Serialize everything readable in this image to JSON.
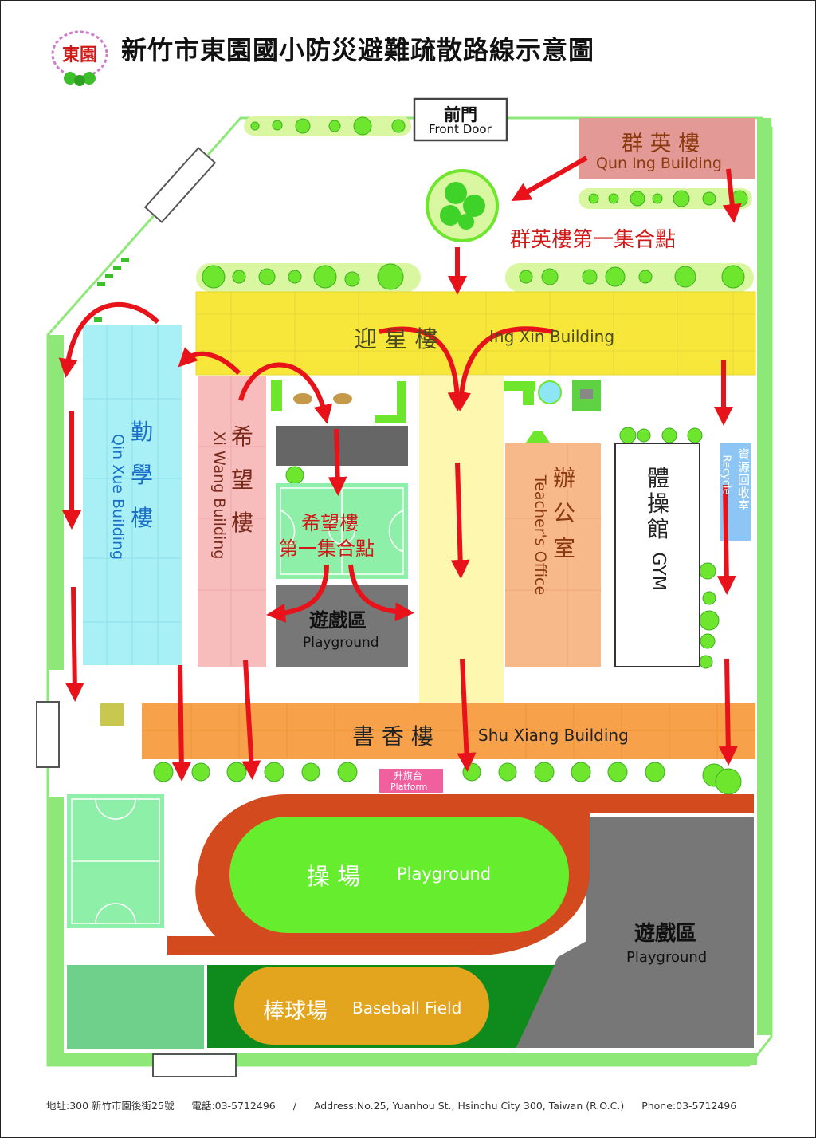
{
  "title": "新竹市東園國小防災避難疏散路線示意圖",
  "logo": {
    "text": "東園",
    "icon": "school-logo-icon"
  },
  "gate": {
    "zh": "前門",
    "en": "Front Door"
  },
  "buildings": {
    "qun_ing": {
      "zh": "群 英 樓",
      "en": "Qun Ing Building"
    },
    "ying_xin": {
      "zh": "迎  星  樓",
      "en": "Ing Xin Building"
    },
    "qin_xue": {
      "zh1": "勤",
      "zh2": "學",
      "zh3": "樓",
      "en": "Qin Xue Building"
    },
    "xi_wang": {
      "zh1": "希",
      "zh2": "望",
      "zh3": "樓",
      "en": "Xi Wang Building"
    },
    "office": {
      "zh1": "辦",
      "zh2": "公",
      "zh3": "室",
      "en": "Teacher's Office"
    },
    "gym": {
      "zh1": "體",
      "zh2": "操",
      "zh3": "館",
      "en": "GYM"
    },
    "recycle": {
      "zh": "資源回收室",
      "en": "Recycle"
    },
    "shu_xiang": {
      "zh": "書  香  樓",
      "en": "Shu Xiang Building"
    }
  },
  "assembly_points": {
    "qun_ing": "群英樓第一集合點",
    "xi_wang_line1": "希望樓",
    "xi_wang_line2": "第一集合點"
  },
  "areas": {
    "playground_small": {
      "zh": "遊戲區",
      "en": "Playground"
    },
    "platform": {
      "zh": "升旗台",
      "en": "Platform"
    },
    "field": {
      "zh": "操  場",
      "en": "Playground"
    },
    "playground_big": {
      "zh": "遊戲區",
      "en": "Playground"
    },
    "baseball": {
      "zh": "棒球場",
      "en": "Baseball Field"
    }
  },
  "footer": {
    "address_zh": "地址:300 新竹市園後街25號",
    "phone_zh": "電話:03-5712496",
    "divider": "/",
    "address_en": "Address:No.25, Yuanhou St., Hsinchu City 300, Taiwan (R.O.C.)",
    "phone_en": "Phone:03-5712496"
  },
  "colors": {
    "arrow": "#e8121a",
    "qun_ing": "#e39a96",
    "ying_xin": "#f7e73a",
    "qin_xue": "#a8f0f6",
    "xi_wang": "#f7bcbc",
    "office": "#f7b98a",
    "shu_xiang": "#f7a24a",
    "track": "#d24a1e",
    "field": "#66ee2e",
    "baseball": "#e3a51e",
    "playground": "#777777",
    "court": "#8ef0a8",
    "recycle": "#8dc6f4",
    "tree": "#6ee62e"
  }
}
